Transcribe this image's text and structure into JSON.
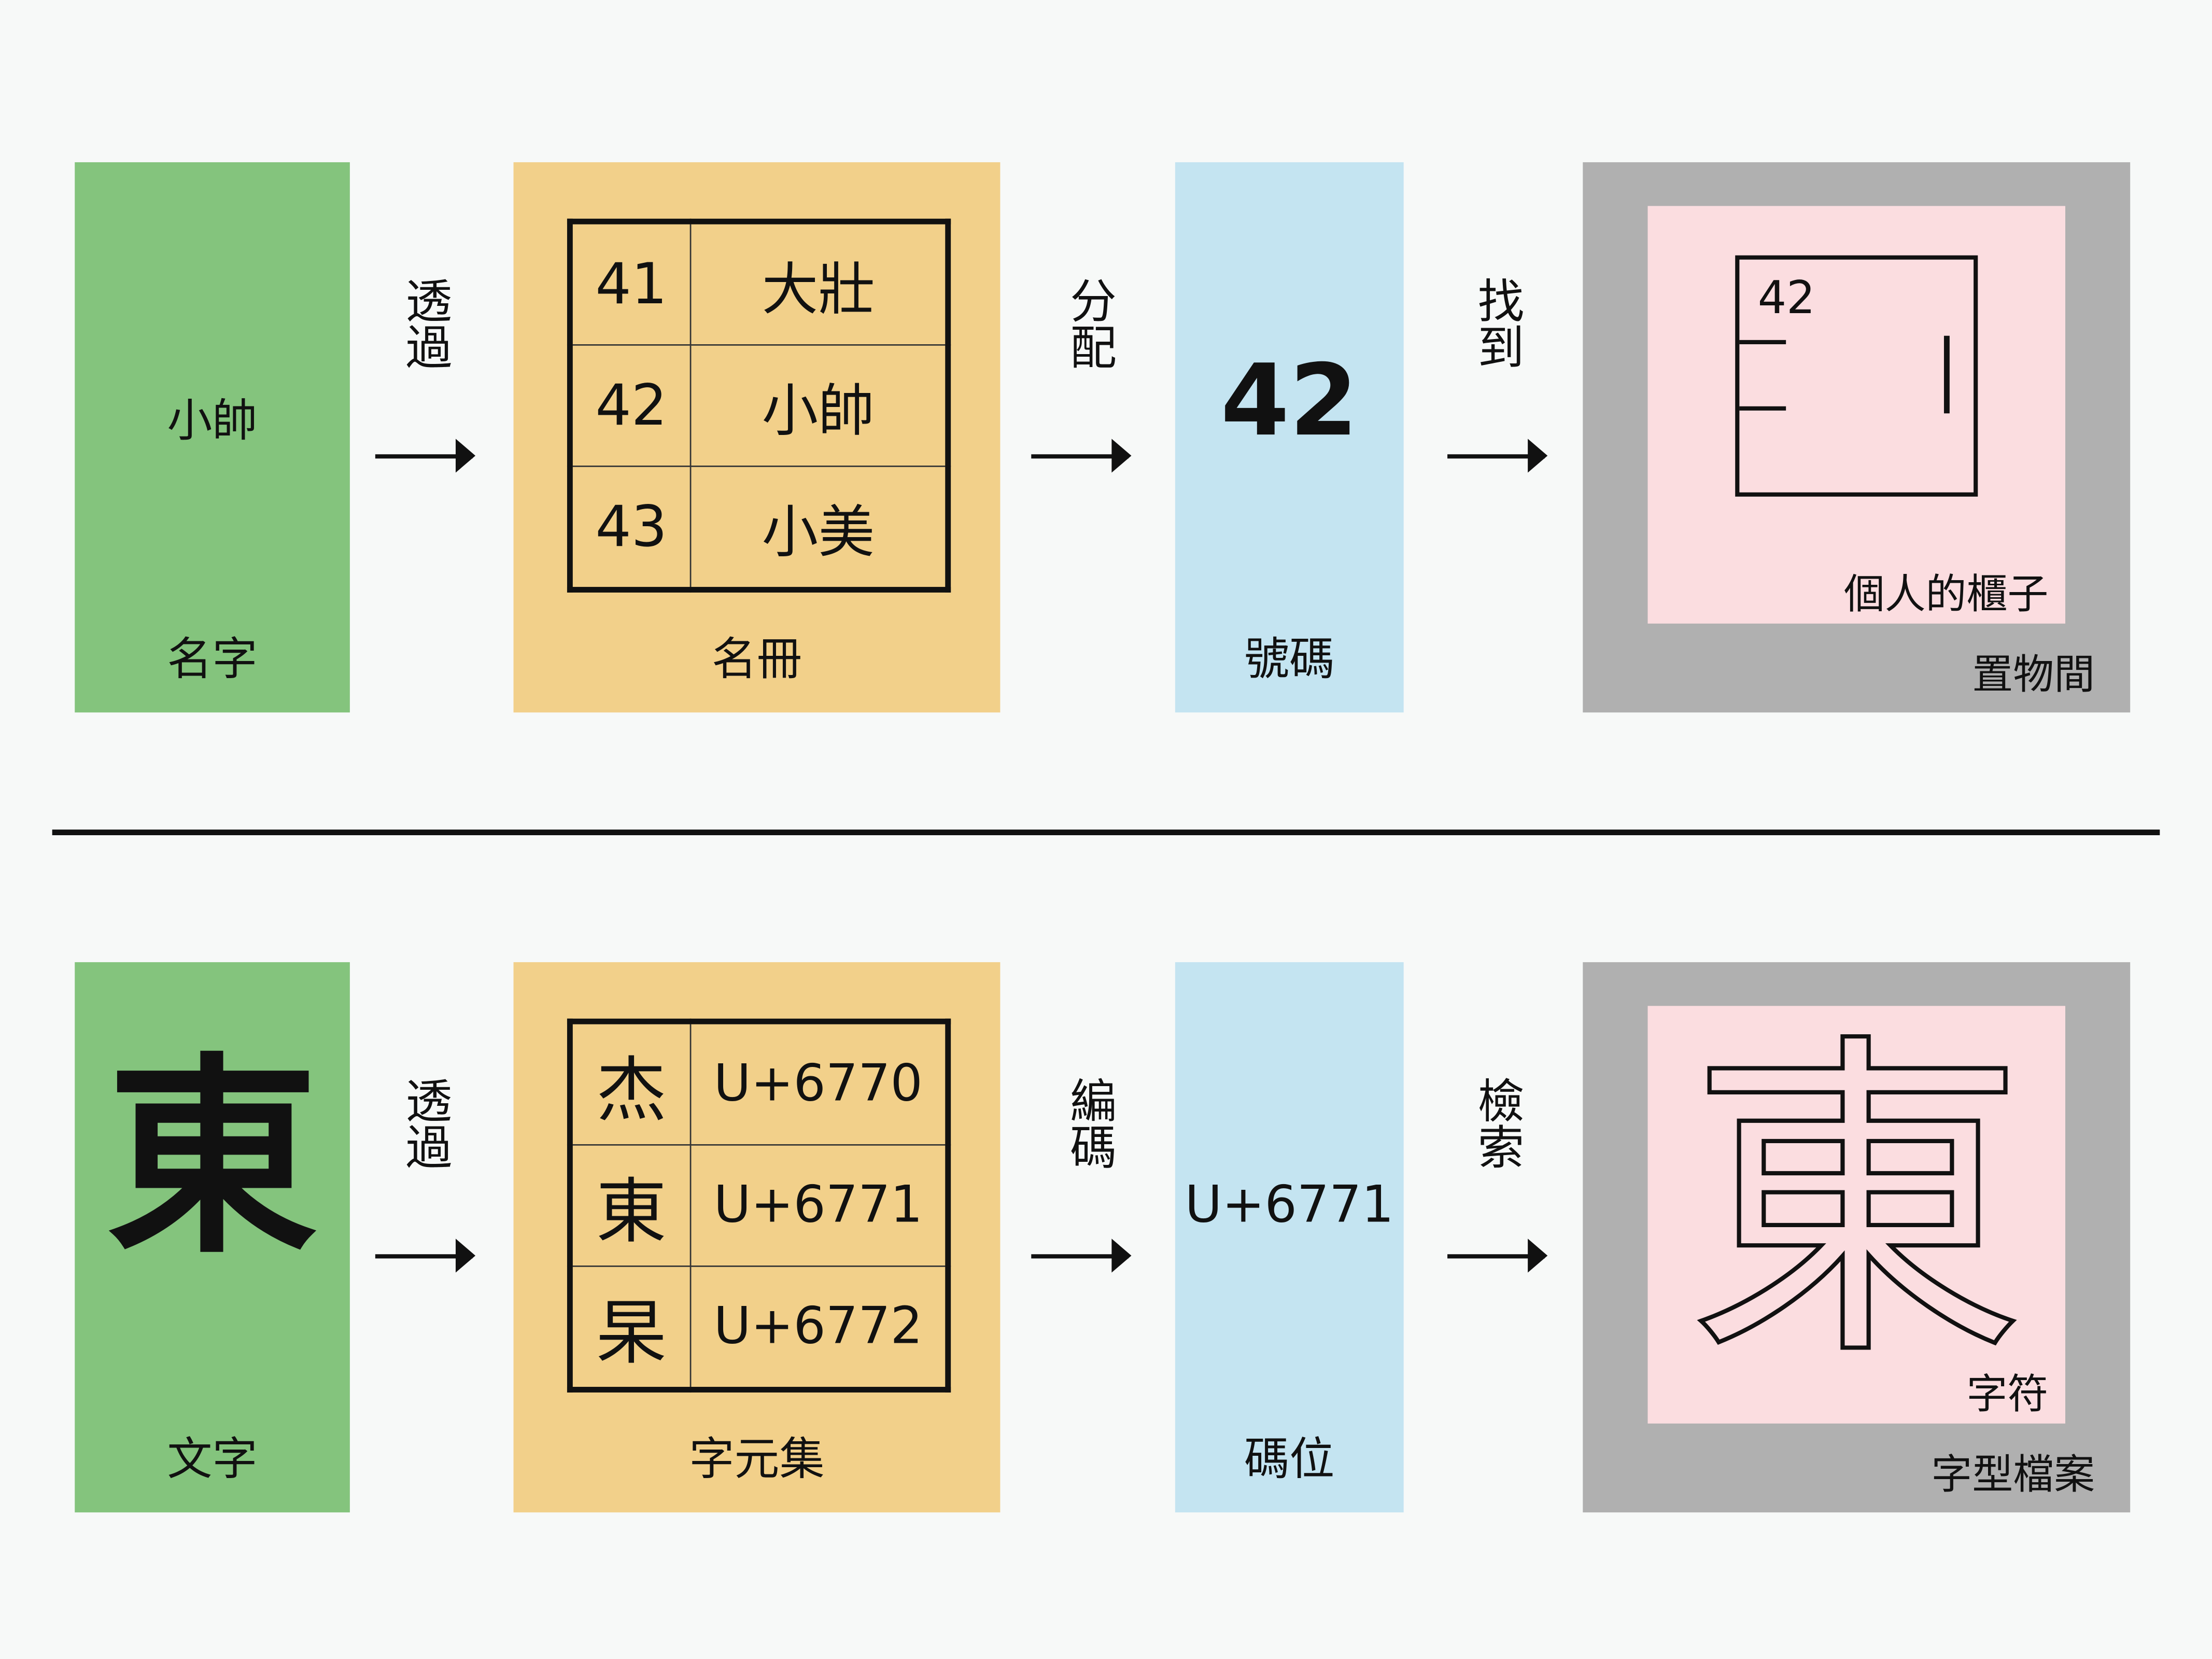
{
  "row1": {
    "source": {
      "label": "名字",
      "value": "小帥"
    },
    "arrow1_label": "透過",
    "registry": {
      "label": "名冊",
      "rows": [
        {
          "key": "41",
          "value": "大壯"
        },
        {
          "key": "42",
          "value": "小帥"
        },
        {
          "key": "43",
          "value": "小美"
        }
      ]
    },
    "arrow2_label": "分配",
    "number": {
      "label": "號碼",
      "value": "42"
    },
    "arrow3_label": "找到",
    "storage": {
      "label": "置物間",
      "inner_label": "個人的櫃子",
      "locker_number": "42"
    }
  },
  "row2": {
    "source": {
      "label": "文字",
      "value": "東"
    },
    "arrow1_label": "透過",
    "registry": {
      "label": "字元集",
      "rows": [
        {
          "key": "杰",
          "value": "U+6770"
        },
        {
          "key": "東",
          "value": "U+6771"
        },
        {
          "key": "杲",
          "value": "U+6772"
        }
      ]
    },
    "arrow2_label": "編碼",
    "number": {
      "label": "碼位",
      "value": "U+6771"
    },
    "arrow3_label": "檢索",
    "storage": {
      "label": "字型檔案",
      "inner_label": "字符",
      "glyph": "東"
    }
  },
  "colors": {
    "green": "#84c47d",
    "orange": "#f2d08a",
    "blue": "#c4e4f1",
    "grey": "#b0b0b0",
    "pink": "#fbdde0"
  }
}
